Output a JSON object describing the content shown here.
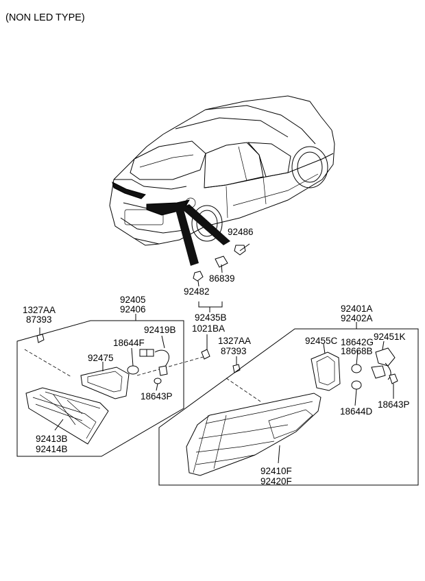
{
  "header": {
    "title": "(NON LED TYPE)"
  },
  "parts": {
    "p92486": "92486",
    "p86839": "86839",
    "p92482": "92482",
    "p92435B": "92435B",
    "p1021BA": "1021BA",
    "p1327AA_left": "1327AA",
    "p87393_left": "87393",
    "p92405": "92405",
    "p92406": "92406",
    "p18644F": "18644F",
    "p92419B": "92419B",
    "p92475": "92475",
    "p18643P_left": "18643P",
    "p92413B": "92413B",
    "p92414B": "92414B",
    "p1327AA_mid": "1327AA",
    "p87393_mid": "87393",
    "p92401A": "92401A",
    "p92402A": "92402A",
    "p92455C": "92455C",
    "p18642G": "18642G",
    "p92451K": "92451K",
    "p18668B": "18668B",
    "p18644D": "18644D",
    "p18643P_right": "18643P",
    "p92410F": "92410F",
    "p92420F": "92420F"
  }
}
